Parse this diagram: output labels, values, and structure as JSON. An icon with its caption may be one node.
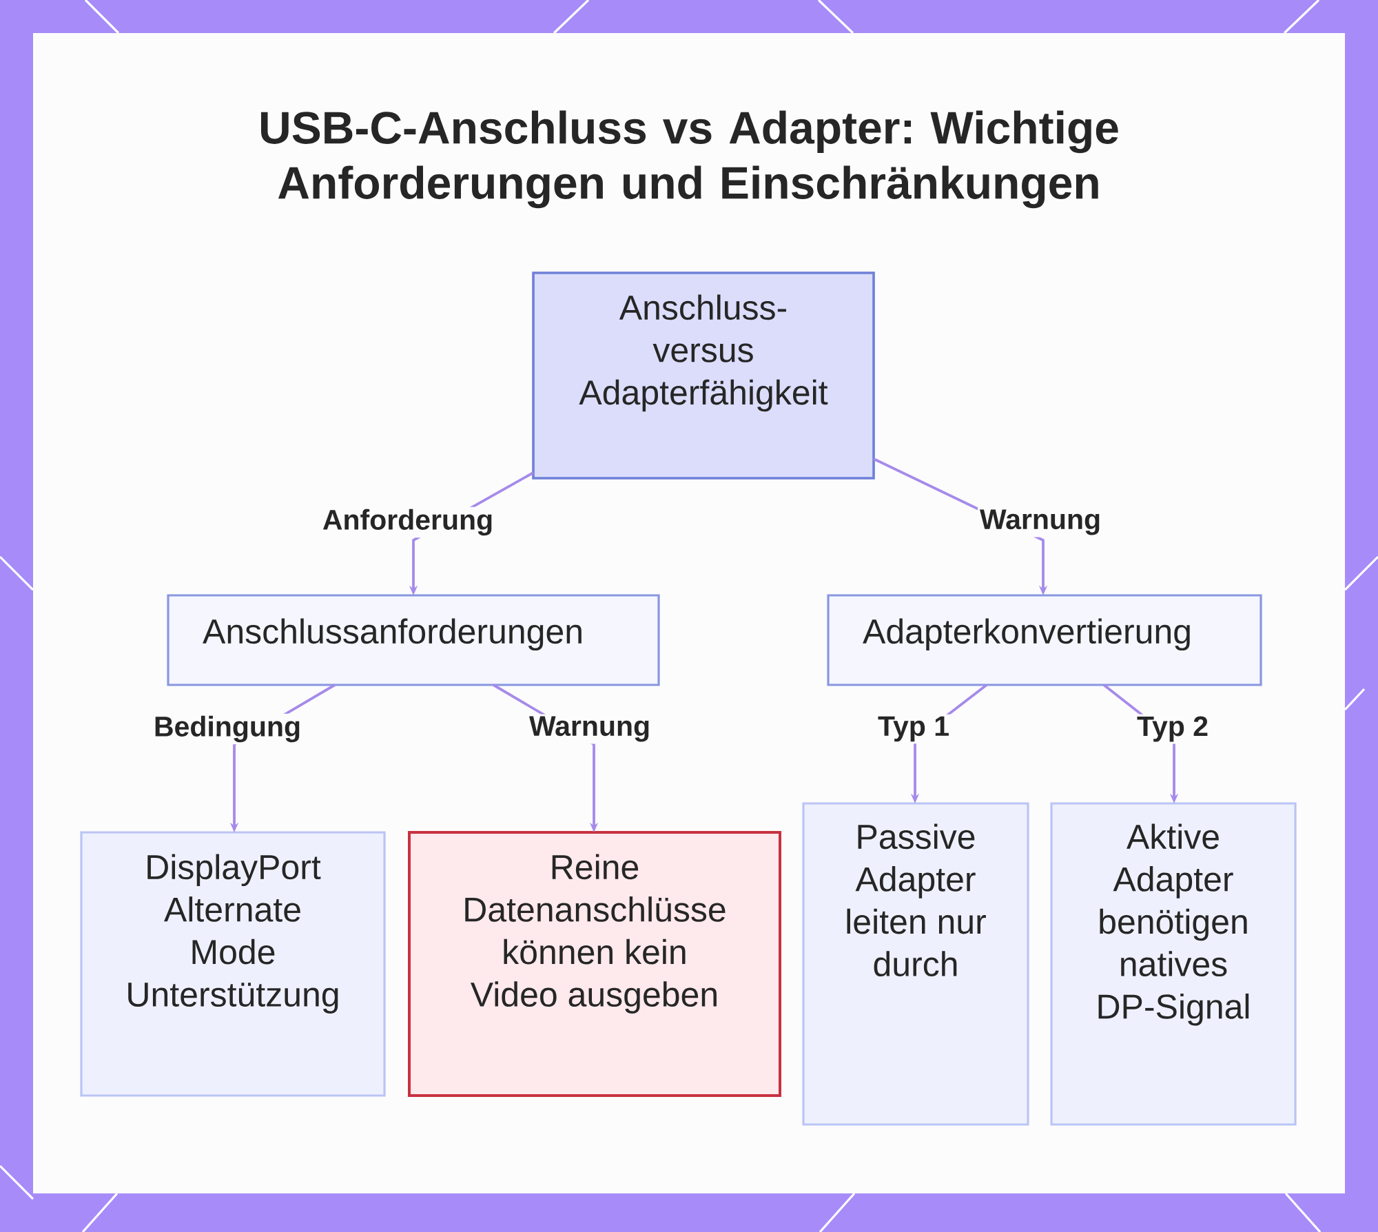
{
  "diagram": {
    "title": "USB-C-Anschluss vs Adapter: Wichtige Anforderungen und Einschränkungen",
    "nodes": [
      {
        "text": [
          "Anschluss- versus Adapterfähigkeit"
        ]
      },
      {
        "text": [
          "Anschlussanforderungen"
        ]
      },
      {
        "text": [
          "Adapterkonvertierung"
        ]
      },
      {
        "text": [
          "DisplayPort Alternate Mode Unterstützung"
        ]
      },
      {
        "text": [
          "Reine Datenanschlüsse können kein Video ausgeben"
        ]
      },
      {
        "text": [
          "Passive Adapter leiten nur durch"
        ]
      },
      {
        "text": [
          "Aktive Adapter benötigen natives DP-Signal"
        ]
      }
    ],
    "edges": [
      {
        "from": 0,
        "to": 1,
        "arrow": "to",
        "label": "Anforderung"
      },
      {
        "from": 0,
        "to": 2,
        "arrow": "to",
        "label": "Warnung"
      },
      {
        "from": 1,
        "to": 3,
        "arrow": "to",
        "label": "Bedingung"
      },
      {
        "from": 1,
        "to": 4,
        "arrow": "to",
        "label": "Warnung"
      },
      {
        "from": 2,
        "to": 5,
        "arrow": "to",
        "label": "Typ 1"
      },
      {
        "from": 2,
        "to": 6,
        "arrow": "to",
        "label": "Typ 2"
      }
    ]
  }
}
